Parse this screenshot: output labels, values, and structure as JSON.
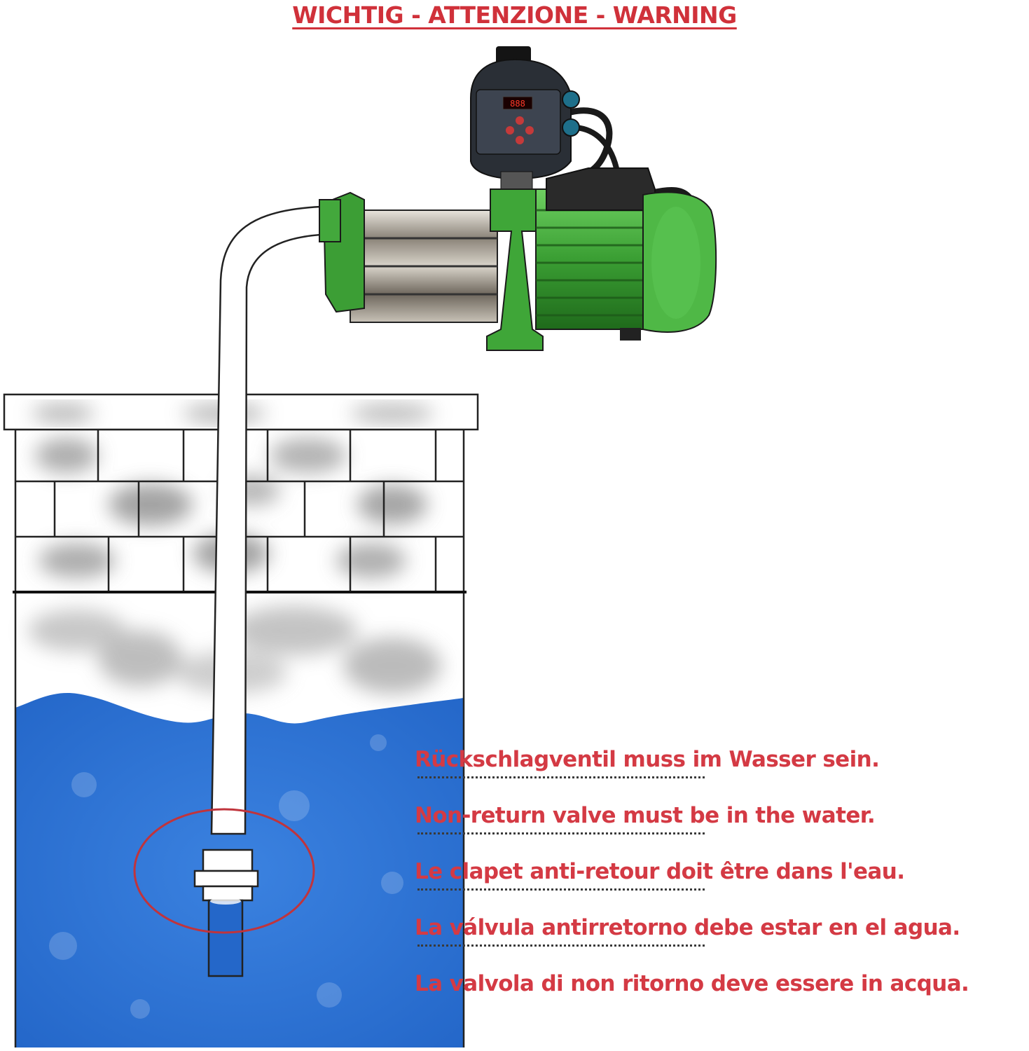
{
  "title": "WICHTIG - ATTENZIONE - WARNING",
  "notes": [
    "Rückschlagventil muss im Wasser sein.",
    "Non-return valve must be in the water.",
    "Le clapet anti-retour doit être dans l'eau.",
    "La válvula antirretorno debe estar en el agua.",
    "La valvola di non ritorno deve essere in acqua."
  ],
  "colors": {
    "warning_red": "#d0313a",
    "water_blue": "#2a72d6",
    "pump_green": "#3da838",
    "well_grey": "#b8b8b8"
  }
}
